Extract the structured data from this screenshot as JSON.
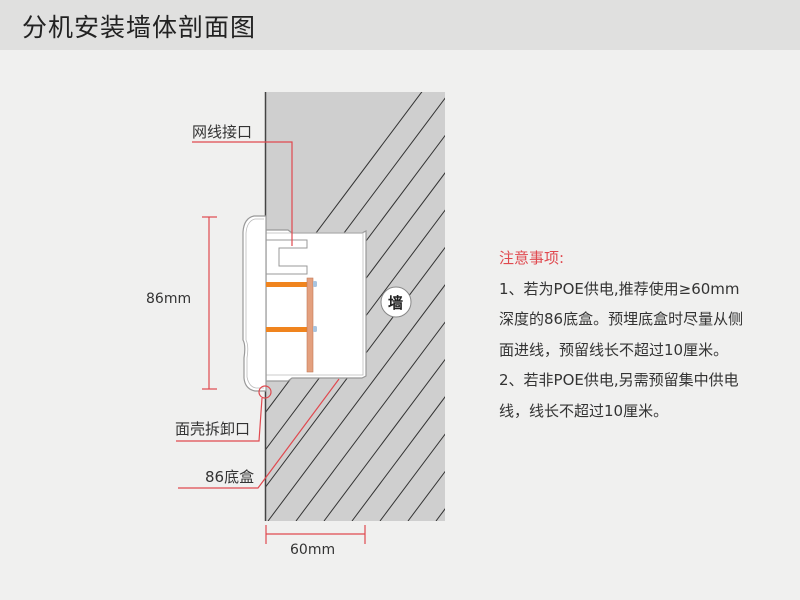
{
  "header": {
    "title": "分机安装墙体剖面图"
  },
  "diagram": {
    "labels": {
      "network_port": "网线接口",
      "height_dim": "86mm",
      "faceplate_release": "面壳拆卸口",
      "box": "86底盒",
      "depth_dim": "60mm",
      "wall": "墙"
    },
    "colors": {
      "accent_red": "#e0494f",
      "wall_gray": "#cfcfcf",
      "terminal_orange": "#f0841e",
      "copper": "#e4a07e"
    }
  },
  "notes": {
    "title": "注意事项:",
    "lines": [
      "1、若为POE供电,推荐使用≥60mm",
      "深度的86底盒。预埋底盒时尽量从侧",
      "面进线，预留线长不超过10厘米。",
      "2、若非POE供电,另需预留集中供电",
      "线，线长不超过10厘米。"
    ]
  }
}
